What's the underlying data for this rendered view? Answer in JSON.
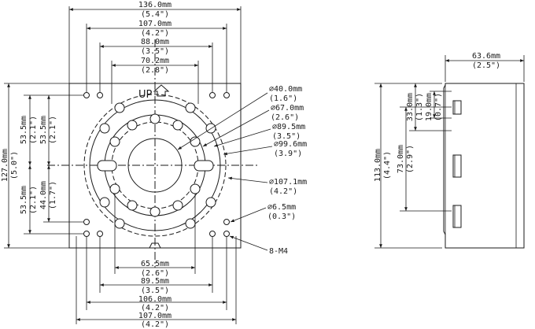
{
  "front_view": {
    "up_label": "UP",
    "dims_top": [
      {
        "value": "136.0mm",
        "inch": "(5.4\")"
      },
      {
        "value": "107.0mm",
        "inch": "(4.2\")"
      },
      {
        "value": "88.0mm",
        "inch": "(3.5\")"
      },
      {
        "value": "70.2mm",
        "inch": "(2.8\")"
      }
    ],
    "dims_bottom": [
      {
        "value": "65.5mm",
        "inch": "(2.6\")"
      },
      {
        "value": "89.5mm",
        "inch": "(3.5\")"
      },
      {
        "value": "106.0mm",
        "inch": "(4.2\")"
      },
      {
        "value": "107.0mm",
        "inch": "(4.2\")"
      }
    ],
    "dims_left": [
      {
        "value": "127.0mm",
        "inch": "(5.0\")"
      },
      {
        "value": "53.5mm",
        "inch": "(2.1\")"
      },
      {
        "value": "53.5mm",
        "inch": "(2.1\")"
      },
      {
        "value": "53.5mm",
        "inch": "(2.1\")"
      },
      {
        "value": "44.0mm",
        "inch": "(1.7\")"
      }
    ],
    "callouts": [
      {
        "value": "⌀40.0mm",
        "inch": "(1.6\")"
      },
      {
        "value": "⌀67.0mm",
        "inch": "(2.6\")"
      },
      {
        "value": "⌀89.5mm",
        "inch": "(3.5\")"
      },
      {
        "value": "⌀99.6mm",
        "inch": "(3.9\")"
      },
      {
        "value": "⌀107.1mm",
        "inch": "(4.2\")"
      },
      {
        "value": "⌀6.5mm",
        "inch": "(0.3\")"
      }
    ],
    "thread_label": "8-M4"
  },
  "side_view": {
    "dim_width": {
      "value": "63.6mm",
      "inch": "(2.5\")"
    },
    "dim_height": {
      "value": "113.0mm",
      "inch": "(4.4\")"
    },
    "dim_73": {
      "value": "73.0mm",
      "inch": "(2.9\")"
    },
    "dim_33": {
      "value": "33.0mm",
      "inch": "(1.3\")"
    },
    "dim_19": {
      "value": "19.0mm",
      "inch": "(0.7\")"
    }
  }
}
